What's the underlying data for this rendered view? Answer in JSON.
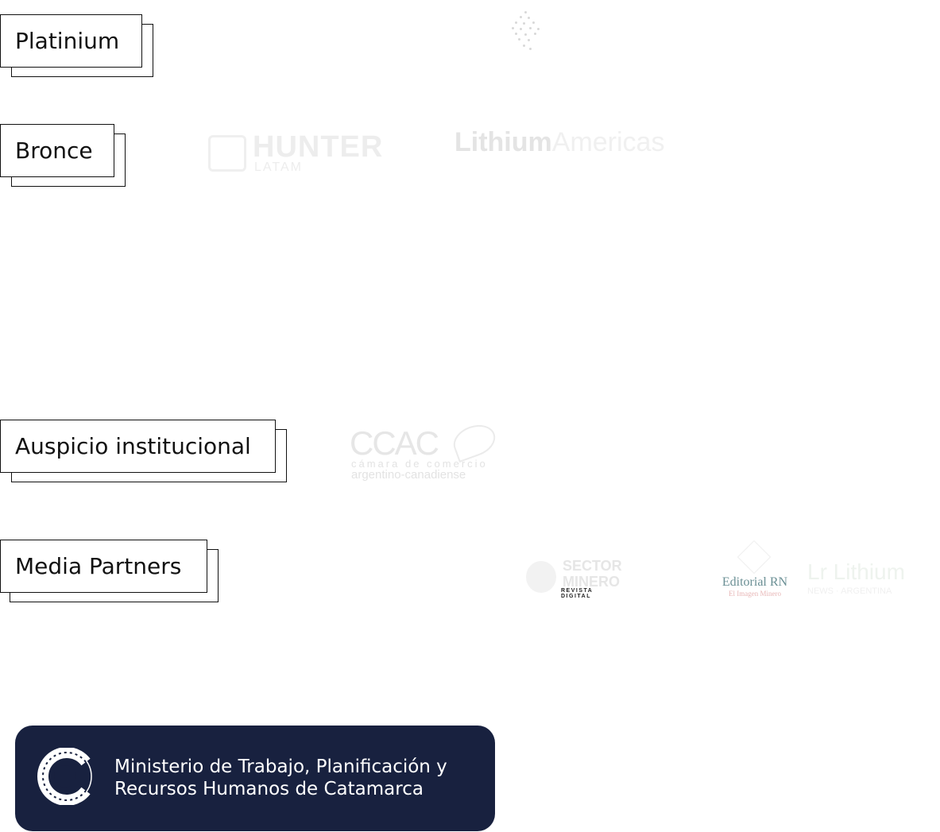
{
  "tiers": {
    "platinium": "Platinium",
    "bronce": "Bronce",
    "auspicio": "Auspicio institucional",
    "media": "Media Partners"
  },
  "logos": {
    "hunter_name": "HUNTER",
    "hunter_sub": "LATAM",
    "lithium_bold": "Lithium",
    "lithium_light": "Americas",
    "ccac_big": "CCAC",
    "ccac_line1": "cámara de comercio",
    "ccac_line2": "argentino-canadiense",
    "sector_line1": "SECTOR",
    "sector_line2": "MINERO",
    "sector_line3": "REVISTA DIGITAL",
    "editorial_title": "Editorial RN",
    "editorial_sub": "El Imagen Minero",
    "lr_title": "Lr Lithium",
    "lr_sub": "NEWS · ARGENTINA"
  },
  "ministry": {
    "line1": "Ministerio de Trabajo, Planificación y",
    "line2": "Recursos Humanos de Catamarca"
  },
  "colors": {
    "ministry_bg": "#18213f",
    "border": "#111111",
    "editorial_teal": "#6a8f94"
  }
}
